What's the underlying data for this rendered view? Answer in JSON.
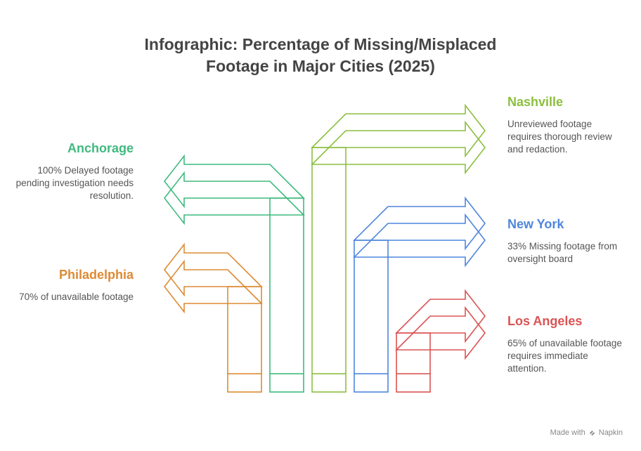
{
  "title_line1": "Infographic: Percentage of Missing/Misplaced",
  "title_line2": "Footage in Major Cities (2025)",
  "colors": {
    "anchorage": "#3fba7e",
    "philadelphia": "#dd8a33",
    "nashville": "#8cbf3f",
    "new_york": "#4f86dc",
    "los_angeles": "#db5353"
  },
  "callouts": {
    "anchorage": {
      "title": "Anchorage",
      "text": "100% Delayed footage pending investigation needs resolution."
    },
    "philadelphia": {
      "title": "Philadelphia",
      "text": "70% of unavailable footage"
    },
    "nashville": {
      "title": "Nashville",
      "text": "Unreviewed footage requires thorough review and redaction."
    },
    "new_york": {
      "title": "New York",
      "text": "33% Missing footage from oversight board"
    },
    "los_angeles": {
      "title": "Los Angeles",
      "text": "65% of unavailable footage requires immediate attention."
    }
  },
  "watermark": {
    "prefix": "Made with",
    "brand": "Napkin"
  }
}
